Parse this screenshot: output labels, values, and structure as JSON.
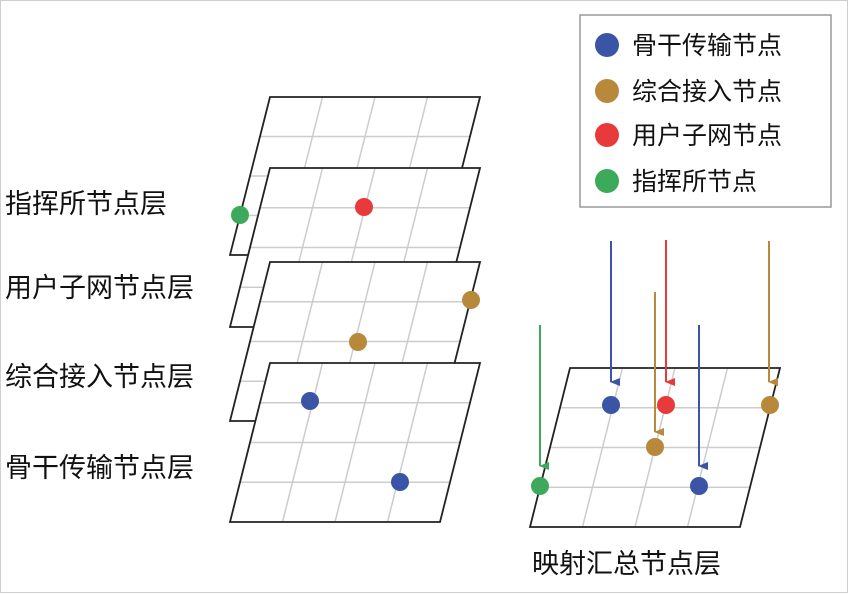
{
  "colors": {
    "backbone": "#3a55a5",
    "access": "#b8893a",
    "user": "#e83a3a",
    "command": "#3caa5a",
    "grid": "#cccccc",
    "outline": "#222222"
  },
  "legend": {
    "items": [
      {
        "label": "骨干传输节点",
        "color_key": "backbone"
      },
      {
        "label": "综合接入节点",
        "color_key": "access"
      },
      {
        "label": "用户子网节点",
        "color_key": "user"
      },
      {
        "label": "指挥所节点",
        "color_key": "command"
      }
    ]
  },
  "layers": {
    "command_label": "指挥所节点层",
    "user_label": "用户子网节点层",
    "access_label": "综合接入节点层",
    "backbone_label": "骨干传输节点层"
  },
  "mapped": {
    "label": "映射汇总节点层"
  }
}
